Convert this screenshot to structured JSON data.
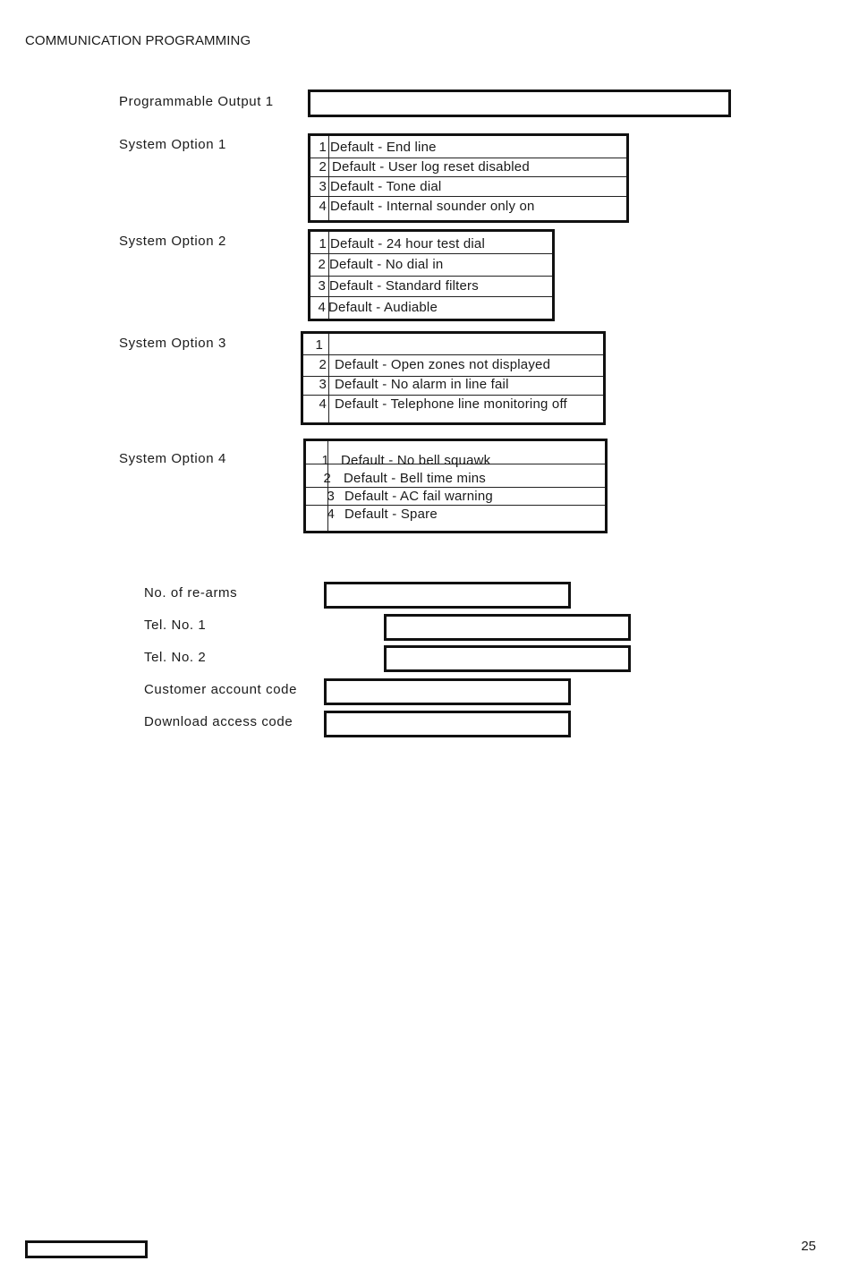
{
  "header": {
    "title": "COMMUNICATION PROGRAMMING"
  },
  "programmable_output": {
    "label": "Programmable Output  1",
    "value": ""
  },
  "system_options": [
    {
      "label": "System Option  1",
      "rows": [
        {
          "num": "1",
          "text": "Default - End line"
        },
        {
          "num": "2",
          "text": "Default - User log reset disabled"
        },
        {
          "num": "3",
          "text": "Default - Tone dial"
        },
        {
          "num": "4",
          "text": "Default - Internal sounder only on"
        }
      ]
    },
    {
      "label": "System Option  2",
      "rows": [
        {
          "num": "1",
          "text": "Default - 24 hour test dial"
        },
        {
          "num": "2",
          "text": "Default - No dial in"
        },
        {
          "num": "3",
          "text": "Default - Standard filters"
        },
        {
          "num": "4",
          "text": "Default - Audiable"
        }
      ]
    },
    {
      "label": "System Option  3",
      "rows": [
        {
          "num": "1",
          "text": ""
        },
        {
          "num": "2",
          "text": "Default - Open zones not displayed"
        },
        {
          "num": "3",
          "text": "Default - No alarm in line fail"
        },
        {
          "num": "4",
          "text": "Default -  Telephone line monitoring off"
        }
      ]
    },
    {
      "label": "System Option  4",
      "rows": [
        {
          "num": "1",
          "text": "Default - No bell squawk"
        },
        {
          "num": "2",
          "text": "Default - Bell time mins"
        },
        {
          "num": "3",
          "text": "Default - AC fail warning"
        },
        {
          "num": "4",
          "text": "Default - Spare"
        }
      ]
    }
  ],
  "fields": {
    "rearms": {
      "label": "No.  of  re-arms",
      "value": ""
    },
    "tel1": {
      "label": "Tel. No. 1",
      "value": ""
    },
    "tel2": {
      "label": "Tel. No. 2",
      "value": ""
    },
    "account": {
      "label": "Customer  account  code",
      "value": ""
    },
    "download": {
      "label": "Download  access  code",
      "value": ""
    }
  },
  "footer": {
    "page_number": "25"
  }
}
